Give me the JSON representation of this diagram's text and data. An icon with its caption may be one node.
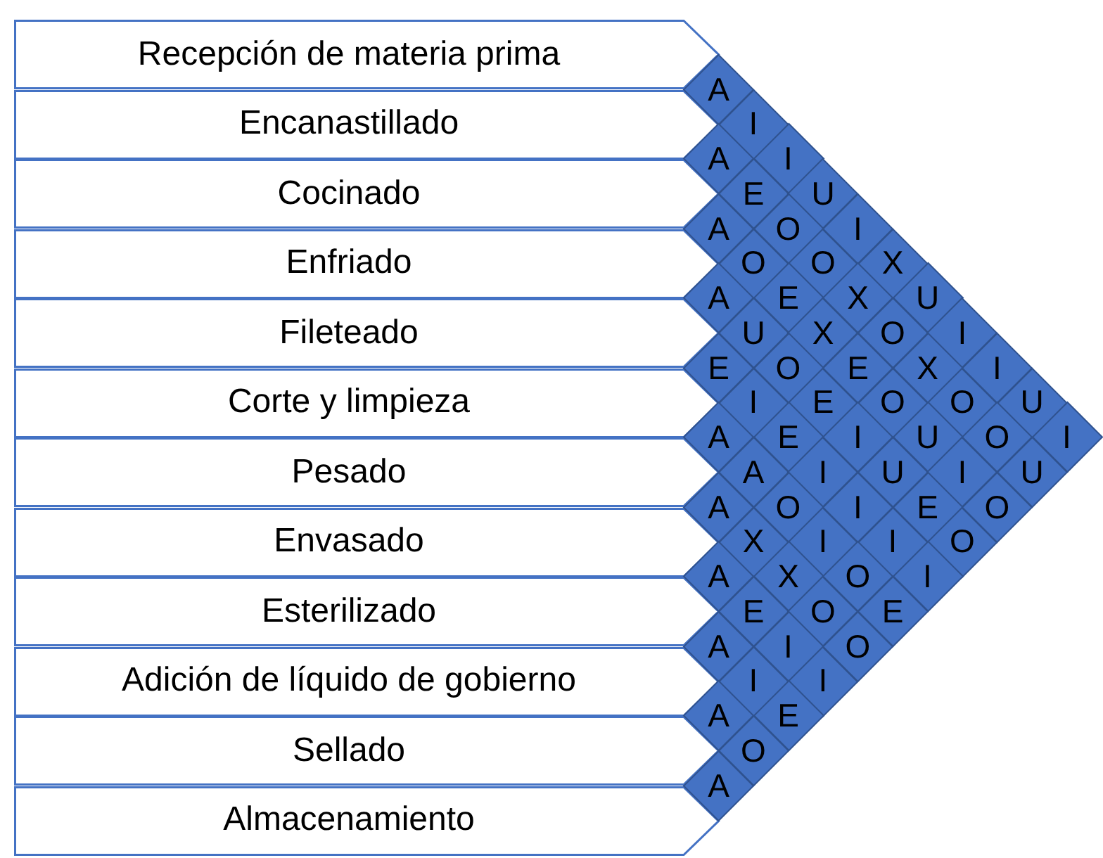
{
  "diagram": {
    "nodes": [
      {
        "text": [
          "Recepción de materia prima"
        ]
      },
      {
        "text": [
          "Encanastillado"
        ]
      },
      {
        "text": [
          "Cocinado"
        ]
      },
      {
        "text": [
          "Enfriado"
        ]
      },
      {
        "text": [
          "Fileteado"
        ]
      },
      {
        "text": [
          "Corte y limpieza"
        ]
      },
      {
        "text": [
          "Pesado"
        ]
      },
      {
        "text": [
          "Envasado"
        ]
      },
      {
        "text": [
          "Esterilizado"
        ]
      },
      {
        "text": [
          "Adición de líquido de gobierno"
        ]
      },
      {
        "text": [
          "Sellado"
        ]
      },
      {
        "text": [
          "Almacenamiento"
        ]
      },
      {
        "text": [
          "A"
        ]
      },
      {
        "text": [
          "I"
        ]
      },
      {
        "text": [
          "A"
        ]
      },
      {
        "text": [
          "I"
        ]
      },
      {
        "text": [
          "E"
        ]
      },
      {
        "text": [
          "U"
        ]
      },
      {
        "text": [
          "A"
        ]
      },
      {
        "text": [
          "O"
        ]
      },
      {
        "text": [
          "I"
        ]
      },
      {
        "text": [
          "O"
        ]
      },
      {
        "text": [
          "O"
        ]
      },
      {
        "text": [
          "X"
        ]
      },
      {
        "text": [
          "A"
        ]
      },
      {
        "text": [
          "E"
        ]
      },
      {
        "text": [
          "X"
        ]
      },
      {
        "text": [
          "U"
        ]
      },
      {
        "text": [
          "U"
        ]
      },
      {
        "text": [
          "X"
        ]
      },
      {
        "text": [
          "O"
        ]
      },
      {
        "text": [
          "I"
        ]
      },
      {
        "text": [
          "E"
        ]
      },
      {
        "text": [
          "O"
        ]
      },
      {
        "text": [
          "E"
        ]
      },
      {
        "text": [
          "X"
        ]
      },
      {
        "text": [
          "I"
        ]
      },
      {
        "text": [
          "I"
        ]
      },
      {
        "text": [
          "E"
        ]
      },
      {
        "text": [
          "O"
        ]
      },
      {
        "text": [
          "O"
        ]
      },
      {
        "text": [
          "U"
        ]
      },
      {
        "text": [
          "A"
        ]
      },
      {
        "text": [
          "E"
        ]
      },
      {
        "text": [
          "I"
        ]
      },
      {
        "text": [
          "U"
        ]
      },
      {
        "text": [
          "O"
        ]
      },
      {
        "text": [
          "I"
        ]
      },
      {
        "text": [
          "A"
        ]
      },
      {
        "text": [
          "I"
        ]
      },
      {
        "text": [
          "U"
        ]
      },
      {
        "text": [
          "I"
        ]
      },
      {
        "text": [
          "U"
        ]
      },
      {
        "text": [
          "A"
        ]
      },
      {
        "text": [
          "O"
        ]
      },
      {
        "text": [
          "I"
        ]
      },
      {
        "text": [
          "E"
        ]
      },
      {
        "text": [
          "O"
        ]
      },
      {
        "text": [
          "X"
        ]
      },
      {
        "text": [
          "I"
        ]
      },
      {
        "text": [
          "I"
        ]
      },
      {
        "text": [
          "O"
        ]
      },
      {
        "text": [
          "A"
        ]
      },
      {
        "text": [
          "X"
        ]
      },
      {
        "text": [
          "O"
        ]
      },
      {
        "text": [
          "I"
        ]
      },
      {
        "text": [
          "E"
        ]
      },
      {
        "text": [
          "O"
        ]
      },
      {
        "text": [
          "E"
        ]
      },
      {
        "text": [
          "A"
        ]
      },
      {
        "text": [
          "I"
        ]
      },
      {
        "text": [
          "O"
        ]
      },
      {
        "text": [
          "I"
        ]
      },
      {
        "text": [
          "I"
        ]
      },
      {
        "text": [
          "A"
        ]
      },
      {
        "text": [
          "E"
        ]
      },
      {
        "text": [
          "O"
        ]
      },
      {
        "text": [
          "A"
        ]
      }
    ]
  }
}
